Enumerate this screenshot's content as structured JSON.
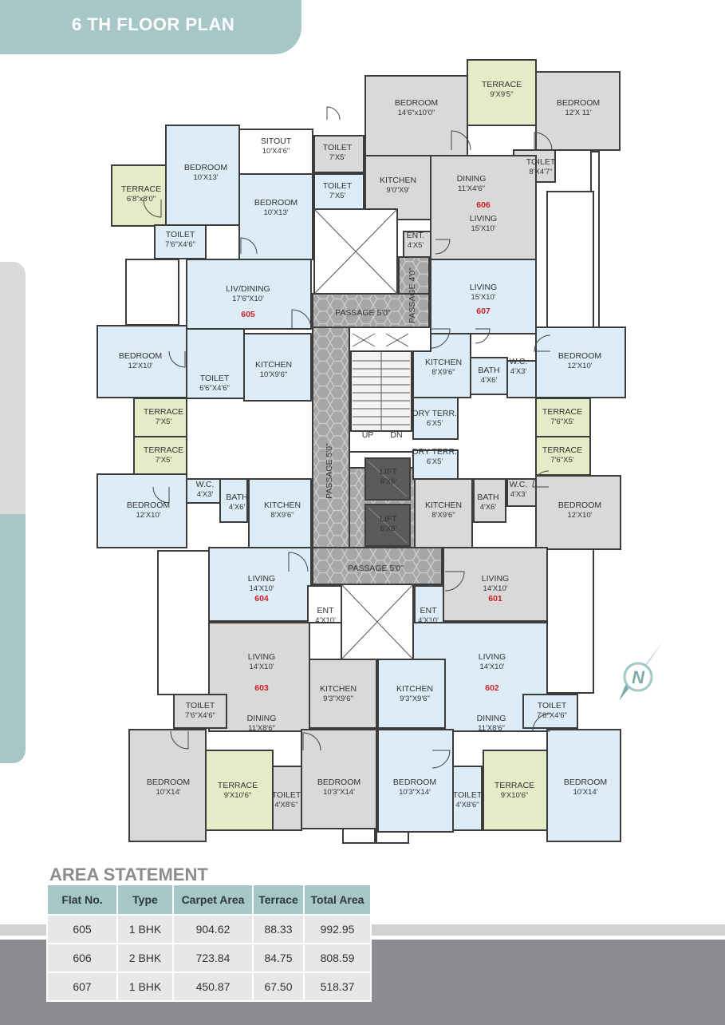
{
  "page": {
    "title": "6 TH FLOOR PLAN"
  },
  "colors": {
    "accent": "#a6c6c7",
    "grey_unit": "#d9d9d9",
    "blue_unit": "#dcedf7",
    "terrace": "#e3ecc6",
    "lift": "#5a5a5a",
    "unit_number": "#d0202a"
  },
  "rooms": [
    {
      "label": "TERRACE",
      "dim": "9'X9'5\""
    },
    {
      "label": "BEDROOM",
      "dim": "14'6\"x10'0\""
    },
    {
      "label": "BEDROOM",
      "dim": "12'X 11'"
    },
    {
      "label": "SITOUT",
      "dim": "10'X4'6\""
    },
    {
      "label": "TOILET",
      "dim": "7'X5'"
    },
    {
      "label": "TOILET",
      "dim": "8'X4'7\""
    },
    {
      "label": "BEDROOM",
      "dim": "10'X13'"
    },
    {
      "label": "TOILET",
      "dim": "7'X5'"
    },
    {
      "label": "KITCHEN",
      "dim": "9'0\"X9'"
    },
    {
      "label": "DINING",
      "dim": "11'X4'6\""
    },
    {
      "label": "TERRACE",
      "dim": "6'8\"x8'0\""
    },
    {
      "label": "BEDROOM",
      "dim": "10'X13'"
    },
    {
      "label": "LIVING",
      "dim": "15'X10'"
    },
    {
      "label": "TOILET",
      "dim": "7'6\"X4'6\""
    },
    {
      "label": "ENT.",
      "dim": "4'X5'"
    },
    {
      "label": "LIV/DINING",
      "dim": "17'6\"X10'"
    },
    {
      "label": "LIVING",
      "dim": "15'X10'"
    },
    {
      "label": "PASSAGE 5'0\"",
      "dim": ""
    },
    {
      "label": "PASSAGE 4'0\"",
      "dim": ""
    },
    {
      "label": "BEDROOM",
      "dim": "12'X10'"
    },
    {
      "label": "TOILET",
      "dim": "6'6\"X4'6\""
    },
    {
      "label": "KITCHEN",
      "dim": "10'X9'6\""
    },
    {
      "label": "KITCHEN",
      "dim": "8'X9'6\""
    },
    {
      "label": "BATH",
      "dim": "4'X6'"
    },
    {
      "label": "W.C.",
      "dim": "4'X3'"
    },
    {
      "label": "BEDROOM",
      "dim": "12'X10'"
    },
    {
      "label": "TERRACE",
      "dim": "7'X5'"
    },
    {
      "label": "DRY TERR.",
      "dim": "6'X5'"
    },
    {
      "label": "TERRACE",
      "dim": "7'6\"X5'"
    },
    {
      "label": "UP",
      "dim": ""
    },
    {
      "label": "DN",
      "dim": ""
    },
    {
      "label": "TERRACE",
      "dim": "7'X5'"
    },
    {
      "label": "DRY TERR.",
      "dim": "6'X5'"
    },
    {
      "label": "TERRACE",
      "dim": "7'6\"X5'"
    },
    {
      "label": "PASSAGE 5'0\"",
      "dim": ""
    },
    {
      "label": "LIFT",
      "dim": "6'X6'"
    },
    {
      "label": "LIFT",
      "dim": "6'X6'"
    },
    {
      "label": "BEDROOM",
      "dim": "12'X10'"
    },
    {
      "label": "W.C.",
      "dim": "4'X3'"
    },
    {
      "label": "BATH",
      "dim": "4'X6'"
    },
    {
      "label": "KITCHEN",
      "dim": "8'X9'6\""
    },
    {
      "label": "KITCHEN",
      "dim": "8'X9'6\""
    },
    {
      "label": "BATH",
      "dim": "4'X6'"
    },
    {
      "label": "W.C.",
      "dim": "4'X3'"
    },
    {
      "label": "BEDROOM",
      "dim": "12'X10'"
    },
    {
      "label": "PASSAGE 5'0\"",
      "dim": ""
    },
    {
      "label": "LIVING",
      "dim": "14'X10'"
    },
    {
      "label": "LIVING",
      "dim": "14'X10'"
    },
    {
      "label": "ENT",
      "dim": "4'X10'"
    },
    {
      "label": "ENT",
      "dim": "4'X10'"
    },
    {
      "label": "LIVING",
      "dim": "14'X10'"
    },
    {
      "label": "LIVING",
      "dim": "14'X10'"
    },
    {
      "label": "KITCHEN",
      "dim": "9'3\"X9'6\""
    },
    {
      "label": "KITCHEN",
      "dim": "9'3\"X9'6\""
    },
    {
      "label": "TOILET",
      "dim": "7'6\"X4'6\""
    },
    {
      "label": "DINING",
      "dim": "11'X8'6\""
    },
    {
      "label": "DINING",
      "dim": "11'X8'6\""
    },
    {
      "label": "TOILET",
      "dim": "7'6\"X4'6\""
    },
    {
      "label": "BEDROOM",
      "dim": "10'X14'"
    },
    {
      "label": "TERRACE",
      "dim": "9'X10'6\""
    },
    {
      "label": "TOILET",
      "dim": "4'X8'6\""
    },
    {
      "label": "BEDROOM",
      "dim": "10'3\"X14'"
    },
    {
      "label": "BEDROOM",
      "dim": "10'3\"X14'"
    },
    {
      "label": "TOILET",
      "dim": "4'X8'6\""
    },
    {
      "label": "TERRACE",
      "dim": "9'X10'6\""
    },
    {
      "label": "BEDROOM",
      "dim": "10'X14'"
    }
  ],
  "unit_numbers": [
    "606",
    "605",
    "607",
    "604",
    "601",
    "603",
    "602"
  ],
  "compass": {
    "symbol": "N",
    "icon": "north-arrow-icon"
  },
  "area_statement": {
    "title": "AREA STATEMENT",
    "headers": [
      "Flat No.",
      "Type",
      "Carpet Area",
      "Terrace",
      "Total Area"
    ],
    "rows": [
      [
        "605",
        "1 BHK",
        "904.62",
        "88.33",
        "992.95"
      ],
      [
        "606",
        "2 BHK",
        "723.84",
        "84.75",
        "808.59"
      ],
      [
        "607",
        "1 BHK",
        "450.87",
        "67.50",
        "518.37"
      ]
    ]
  }
}
